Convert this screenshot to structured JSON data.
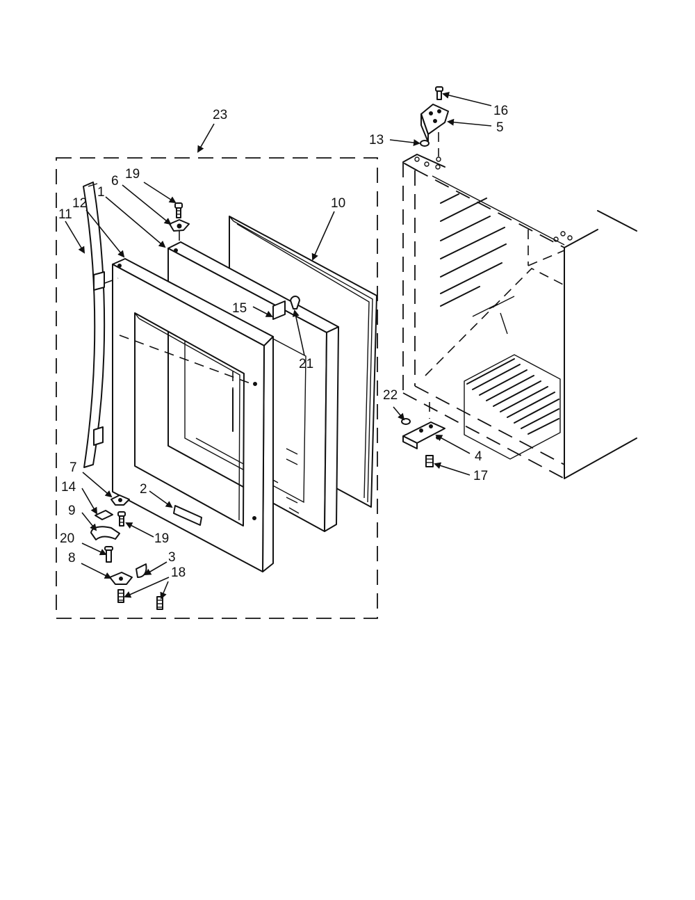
{
  "callouts": {
    "c23": "23",
    "c19a": "19",
    "c6": "6",
    "c1": "1",
    "c12": "12",
    "c11": "11",
    "c10": "10",
    "c15": "15",
    "c21": "21",
    "c7": "7",
    "c14": "14",
    "c9": "9",
    "c20": "20",
    "c8": "8",
    "c2": "2",
    "c19b": "19",
    "c3": "3",
    "c18": "18",
    "c16": "16",
    "c5": "5",
    "c13": "13",
    "c22": "22",
    "c4": "4",
    "c17": "17"
  }
}
